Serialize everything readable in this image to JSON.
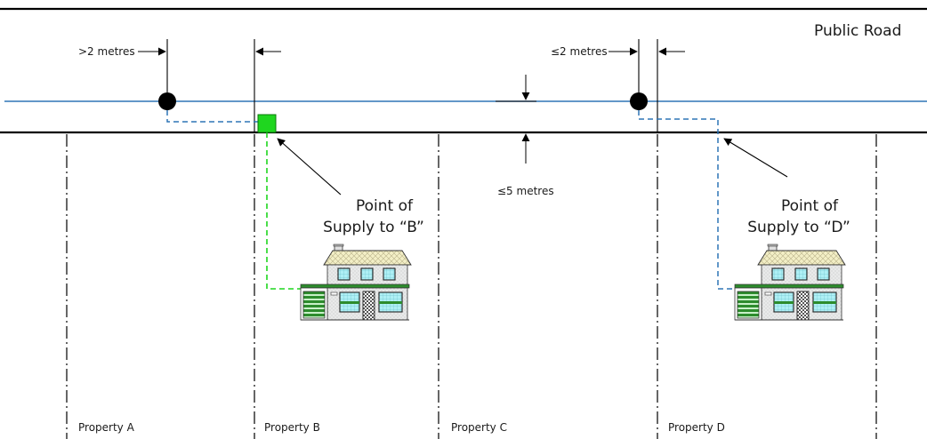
{
  "road_label": "Public Road",
  "dimensions": {
    "left_gap": ">2 metres",
    "right_gap": "≤2 metres",
    "depth": "≤5 metres"
  },
  "supply_points": {
    "b": [
      "Point of",
      "Supply to “B”"
    ],
    "d": [
      "Point of",
      "Supply to “D”"
    ]
  },
  "properties": [
    "Property A",
    "Property B",
    "Property C",
    "Property D"
  ],
  "colors": {
    "main_cable": "#2e75b6",
    "service_cable_blue": "#2e75b6",
    "service_cable_green": "#1fd61f",
    "supply_box": "#1fd61f",
    "line": "#000000"
  },
  "icons": [
    "house-icon",
    "pole-icon",
    "supply-box-icon",
    "arrow-icon"
  ]
}
